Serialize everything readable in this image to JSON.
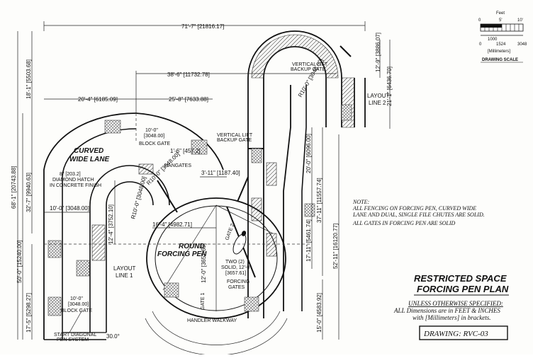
{
  "dimensions": {
    "overall_width": "71'-7\" [21816.17]",
    "top_38": "38'-6\" [11732.78]",
    "left_20": "20'-4\" [6185.09]",
    "mid_25": "25'-8\" [7633.88]",
    "right_12": "12'-9\" [3886.07]",
    "right_21": "21'-1\" [6436.70]",
    "left_18": "18'-1\" [5503.68]",
    "left_68": "68'-1\" [20743.88]",
    "left_32": "32'-7\" [9940.63]",
    "left_50": "50'-0\" [15240.00]",
    "left_17": "17'-5\" [5298.27]",
    "width_10": "10'-0\" [3048.00]",
    "mid_12": "12'-4\" [3752.10]",
    "mid_16": "16'-4\" [4982.71]",
    "mid_3": "3'-11\" [1187.40]",
    "mid_1": "1'-6\" [457.2]",
    "radius_10_a": "R10'-0\" [3048.00]",
    "radius_10_b": "R10'-0\" [3048.00]",
    "radius_10_c": "R10'-0\" [3048.00]",
    "radius_12": "12'-0\" [3657.60]",
    "chute_20": "20'-0\" [6096.00]",
    "chute_17": "17'-11\" [5461.74]",
    "chute_37": "37'-11\" [11557.74]",
    "chute_52": "52'-11\" [16120.77]",
    "chute_15": "15'-0\" [4583.92]",
    "diag_30": "30.0°"
  },
  "labels": {
    "block_gate_top_dim": "10'-0\"",
    "block_gate_top_mm": "[3048.00]",
    "block_gate_top": "BLOCK GATE",
    "vertical_lift_top_1": "VERTICAL LIFT",
    "vertical_lift_top_2": "BACKUP GATE",
    "vertical_lift_mid_1": "VERTICAL LIFT",
    "vertical_lift_mid_2": "BACKUP GATE",
    "curved_wide_lane_1": "CURVED",
    "curved_wide_lane_2": "WIDE LANE",
    "hangates": "HANGATES",
    "diamond_hatch_1": "8\" [203.2]",
    "diamond_hatch_2": "DIAMOND HATCH",
    "diamond_hatch_3": "IN CONCRETE FINISH",
    "round_forcing_pen_1": "ROUND",
    "round_forcing_pen_2": "FORCING PEN",
    "gate_2": "GATE 2",
    "gate_1": "GATE 1",
    "two_solid_1": "TWO (2)",
    "two_solid_2": "SOLID, 12'-0\"",
    "two_solid_3": "[3657.61]",
    "two_solid_4": "FORCING",
    "two_solid_5": "GATES",
    "layout_line_1a": "LAYOUT",
    "layout_line_1b": "LINE 1",
    "layout_line_2a": "LAYOUT",
    "layout_line_2b": "LINE 2",
    "block_gate_bottom_dim": "10'-0\"",
    "block_gate_bottom_mm": "[3048.00]",
    "block_gate_bottom": "BLOCK GATE",
    "start_diagonal_1": "START DIAGONAL",
    "start_diagonal_2": "PEN SYSTEM",
    "handler_walkway": "HANDLER WALKWAY"
  },
  "scale": {
    "feet_label": "Feet",
    "feet_0": "0",
    "feet_5": "5'",
    "feet_10": "10'",
    "mm_1000": "1000",
    "mm_0": "0",
    "mm_1524": "1524",
    "mm_3048": "3048",
    "mm_label": "[Millimeters]",
    "caption": "DRAWING SCALE"
  },
  "note": {
    "line1": "NOTE:",
    "line2": "ALL FENCING ON FORCING PEN, CURVED WIDE",
    "line3": "LANE AND DUAL, SINGLE FILE CHUTES ARE SOLID.",
    "line4": "ALL GATES IN FORCING PEN ARE SOLID"
  },
  "title": {
    "line1": "RESTRICTED SPACE",
    "line2": "FORCING PEN PLAN",
    "unless": "UNLESS OTHERWISE SPECIFIED:",
    "dims_1": "ALL Dimensions are in FEET & INCHES",
    "dims_2": "with [Millimeters] in brackets.",
    "drawing": "DRAWING: RVC-03"
  }
}
